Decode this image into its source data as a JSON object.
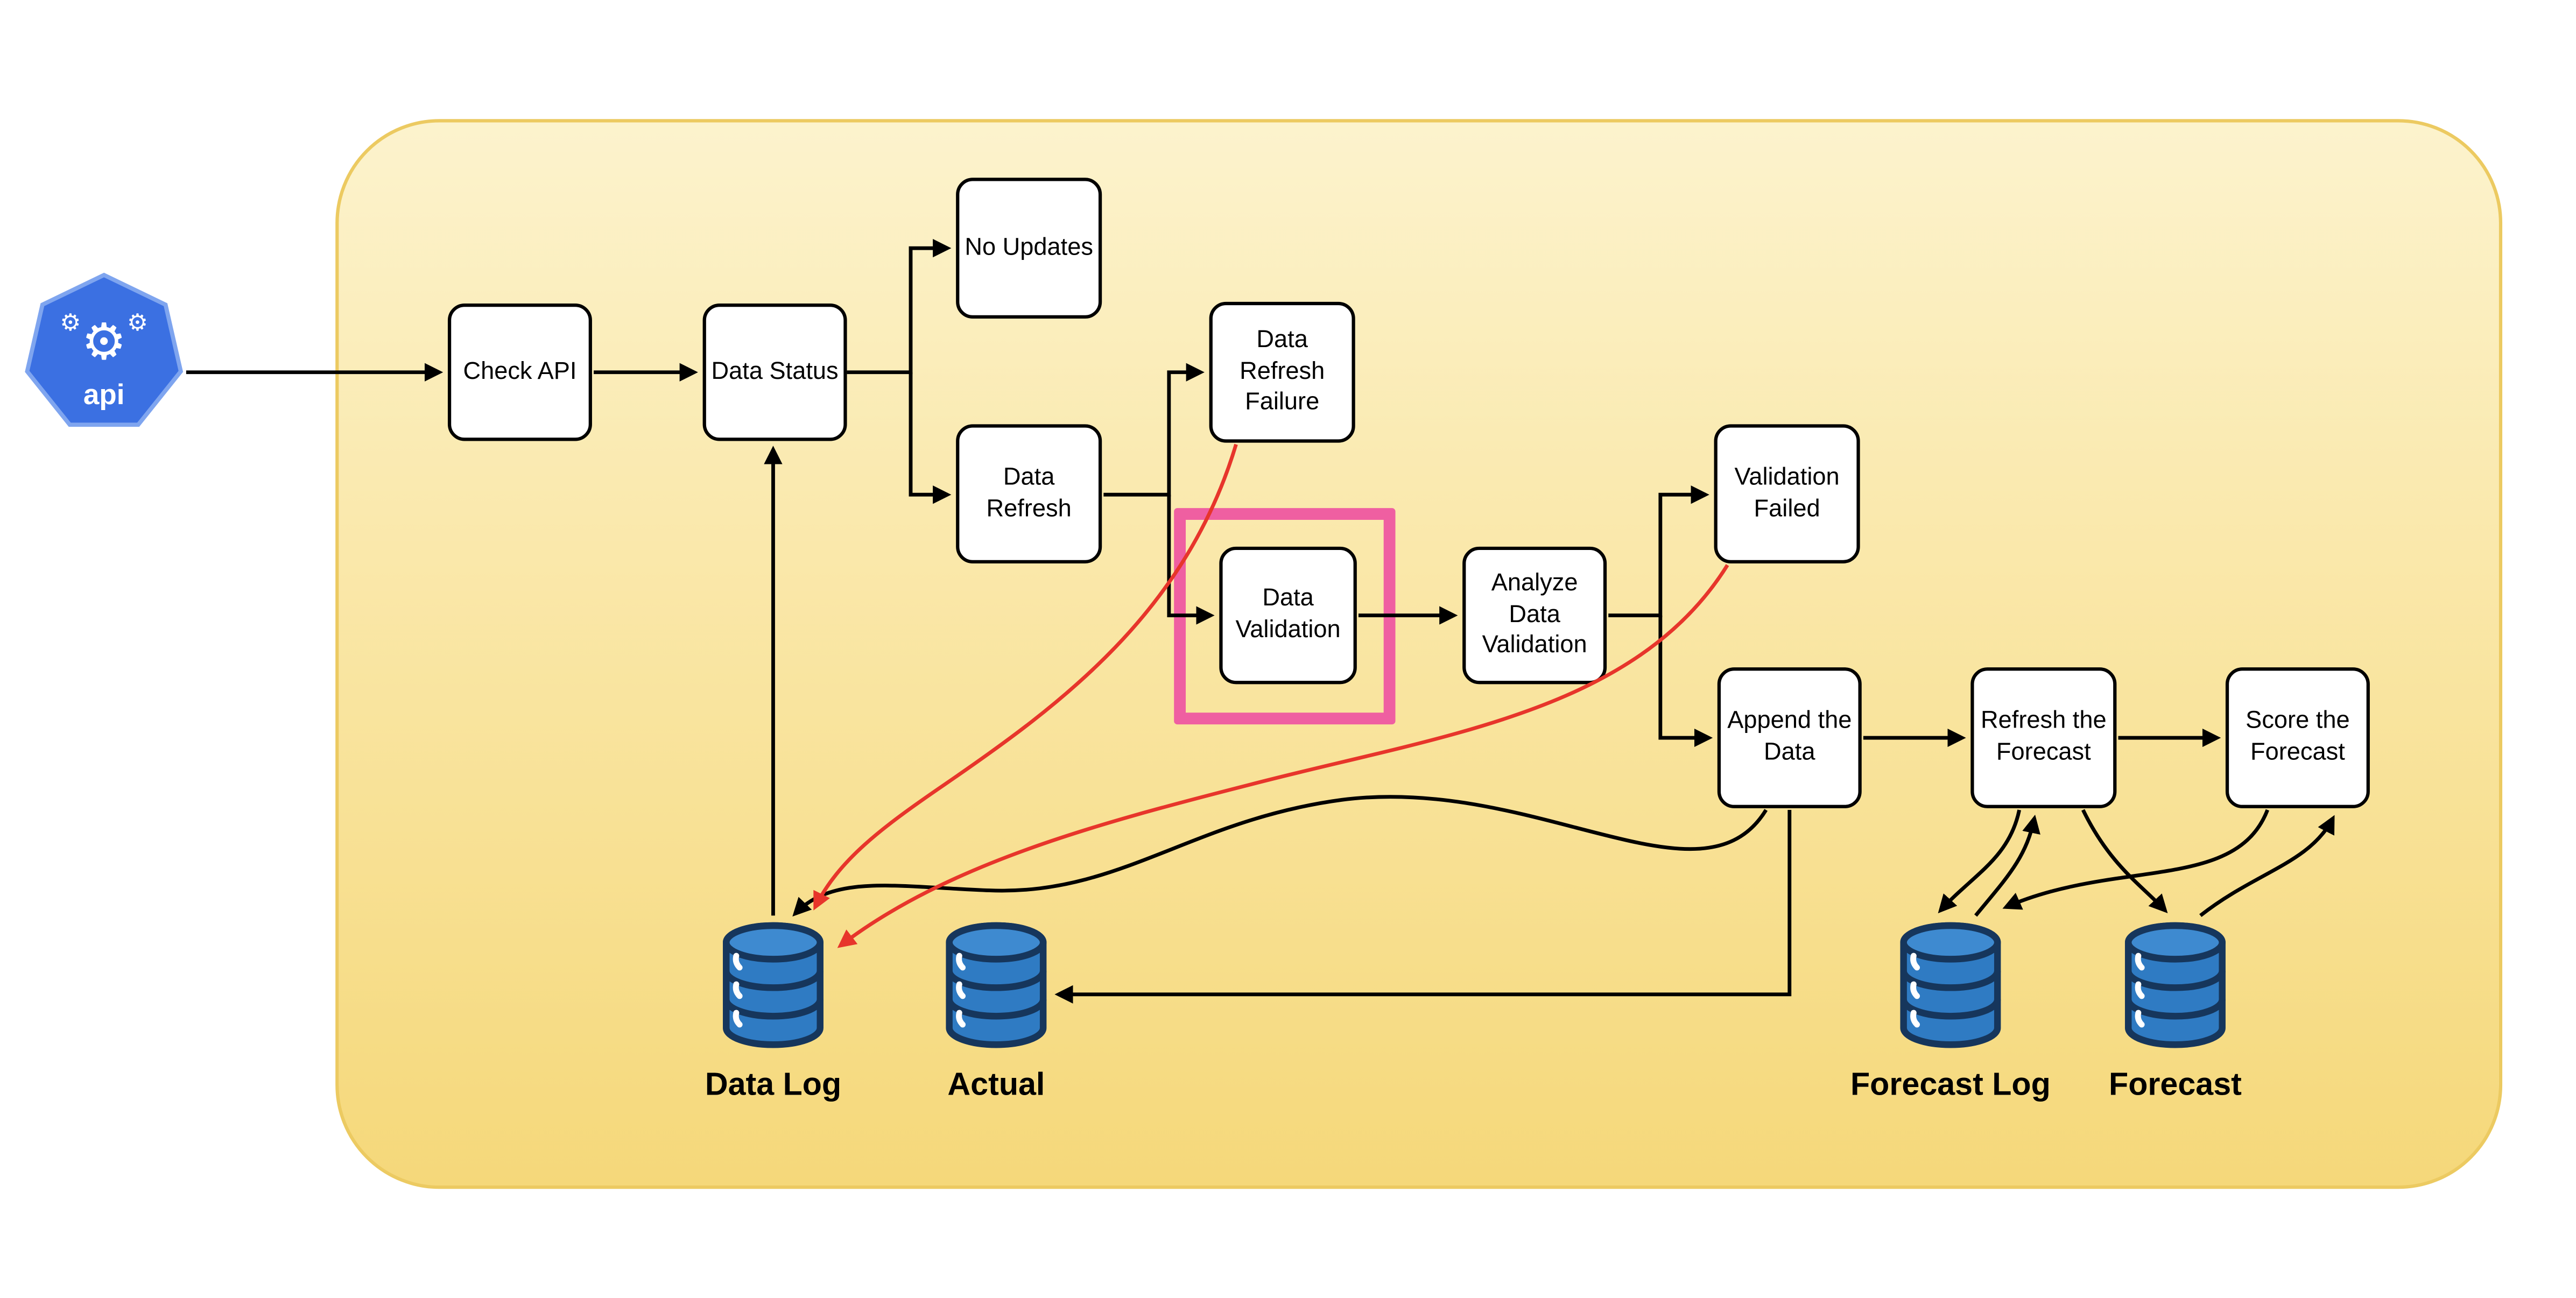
{
  "diagram": {
    "api_label": "api",
    "nodes": {
      "check_api": "Check API",
      "data_status": "Data Status",
      "no_updates": "No Updates",
      "data_refresh": "Data Refresh",
      "data_refresh_failure": "Data Refresh Failure",
      "data_validation": "Data Validation",
      "analyze_data_validation": "Analyze Data Validation",
      "validation_failed": "Validation Failed",
      "append_the_data": "Append the Data",
      "refresh_the_forecast": "Refresh the Forecast",
      "score_the_forecast": "Score the Forecast"
    },
    "databases": {
      "data_log": "Data Log",
      "actual": "Actual",
      "forecast_log": "Forecast Log",
      "forecast": "Forecast"
    },
    "edges": [
      {
        "from": "api",
        "to": "Check API",
        "color": "black"
      },
      {
        "from": "Check API",
        "to": "Data Status",
        "color": "black"
      },
      {
        "from": "Data Status",
        "to": "No Updates",
        "color": "black"
      },
      {
        "from": "Data Status",
        "to": "Data Refresh",
        "color": "black"
      },
      {
        "from": "Data Refresh",
        "to": "Data Refresh Failure",
        "color": "black"
      },
      {
        "from": "Data Refresh",
        "to": "Data Validation",
        "color": "black"
      },
      {
        "from": "Data Validation",
        "to": "Analyze Data Validation",
        "color": "black"
      },
      {
        "from": "Analyze Data Validation",
        "to": "Validation Failed",
        "color": "black"
      },
      {
        "from": "Analyze Data Validation",
        "to": "Append the Data",
        "color": "black"
      },
      {
        "from": "Append the Data",
        "to": "Refresh the Forecast",
        "color": "black"
      },
      {
        "from": "Refresh the Forecast",
        "to": "Score the Forecast",
        "color": "black"
      },
      {
        "from": "Data Log",
        "to": "Data Status",
        "color": "black"
      },
      {
        "from": "Data Refresh Failure",
        "to": "Data Log",
        "color": "red"
      },
      {
        "from": "Validation Failed",
        "to": "Data Log",
        "color": "red"
      },
      {
        "from": "Append the Data",
        "to": "Data Log",
        "color": "black"
      },
      {
        "from": "Append the Data",
        "to": "Actual",
        "color": "black"
      },
      {
        "from": "Refresh the Forecast",
        "to": "Forecast Log",
        "color": "black"
      },
      {
        "from": "Forecast Log",
        "to": "Refresh the Forecast",
        "color": "black"
      },
      {
        "from": "Refresh the Forecast",
        "to": "Forecast",
        "color": "black"
      },
      {
        "from": "Forecast",
        "to": "Score the Forecast",
        "color": "black"
      },
      {
        "from": "Score the Forecast",
        "to": "Forecast Log",
        "color": "black"
      }
    ],
    "colors": {
      "container_top": "#fcf3cd",
      "container_bottom": "#f5d87a",
      "highlight_pink": "#ef5fa1",
      "arrow_red": "#e7352b",
      "arrow_black": "#000000",
      "db_blue": "#2f7bc3",
      "db_lid_blue": "#3e8ad0",
      "db_outline": "#16365c",
      "api_blue": "#3b70e2"
    }
  }
}
